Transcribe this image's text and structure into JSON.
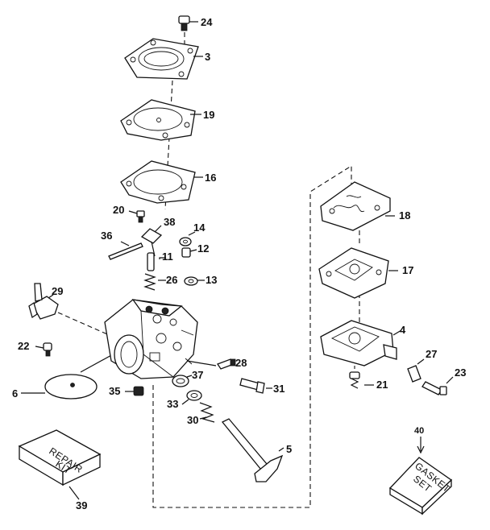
{
  "callouts": [
    {
      "key": "p24",
      "text": "24"
    },
    {
      "key": "p3",
      "text": "3"
    },
    {
      "key": "p19",
      "text": "19"
    },
    {
      "key": "p16",
      "text": "16"
    },
    {
      "key": "p20",
      "text": "20"
    },
    {
      "key": "p38",
      "text": "38"
    },
    {
      "key": "p14",
      "text": "14"
    },
    {
      "key": "p36",
      "text": "36"
    },
    {
      "key": "p12",
      "text": "12"
    },
    {
      "key": "p11",
      "text": "11"
    },
    {
      "key": "p26",
      "text": "26"
    },
    {
      "key": "p13",
      "text": "13"
    },
    {
      "key": "p29",
      "text": "29"
    },
    {
      "key": "p22",
      "text": "22"
    },
    {
      "key": "p6",
      "text": "6"
    },
    {
      "key": "p35",
      "text": "35"
    },
    {
      "key": "p37",
      "text": "37"
    },
    {
      "key": "p33",
      "text": "33"
    },
    {
      "key": "p30",
      "text": "30"
    },
    {
      "key": "p28",
      "text": "28"
    },
    {
      "key": "p31",
      "text": "31"
    },
    {
      "key": "p5",
      "text": "5"
    },
    {
      "key": "p18",
      "text": "18"
    },
    {
      "key": "p17",
      "text": "17"
    },
    {
      "key": "p4",
      "text": "4"
    },
    {
      "key": "p27",
      "text": "27"
    },
    {
      "key": "p21",
      "text": "21"
    },
    {
      "key": "p23",
      "text": "23"
    },
    {
      "key": "p40",
      "text": "40"
    },
    {
      "key": "p39",
      "text": "39"
    }
  ],
  "repair_kit": {
    "line1": "REPAIR",
    "line2": "KIT"
  },
  "gasket_set": {
    "line1": "GASKET",
    "line2": "SET"
  }
}
